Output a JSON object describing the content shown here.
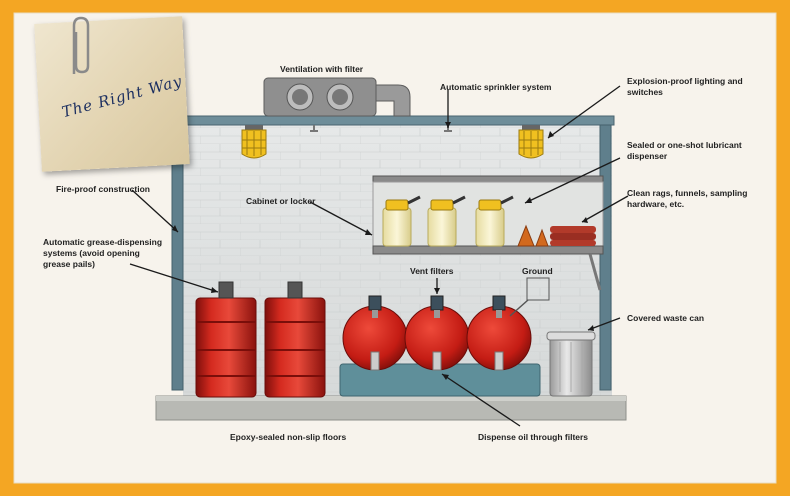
{
  "note": {
    "title": "The Right Way"
  },
  "labels": {
    "ventilation": "Ventilation with filter",
    "sprinkler": "Automatic sprinkler system",
    "lighting": "Explosion-proof lighting and\nswitches",
    "lubricant_dispenser": "Sealed or one-shot lubricant\ndispenser",
    "fireproof": "Fire-proof construction",
    "cabinet": "Cabinet or locker",
    "clean_rags": "Clean rags, funnels, sampling\nhardware, etc.",
    "grease": "Automatic grease-dispensing\nsystems (avoid opening\ngrease pails)",
    "vent_filters": "Vent filters",
    "ground": "Ground",
    "waste_can": "Covered waste can",
    "floors": "Epoxy-sealed non-slip floors",
    "dispense": "Dispense oil through filters"
  },
  "colors": {
    "frame": "#f4a623",
    "paper": "#f7f3ec",
    "steel": "#5f7f8c",
    "drum_red": "#c8201a",
    "lamp": "#f0c020",
    "note_ink": "#1c2f60"
  },
  "icons": [
    "paperclip-icon",
    "ventilation-fan-icon",
    "sprinkler-head-icon",
    "explosion-proof-lamp-icon",
    "ground-symbol-icon"
  ]
}
